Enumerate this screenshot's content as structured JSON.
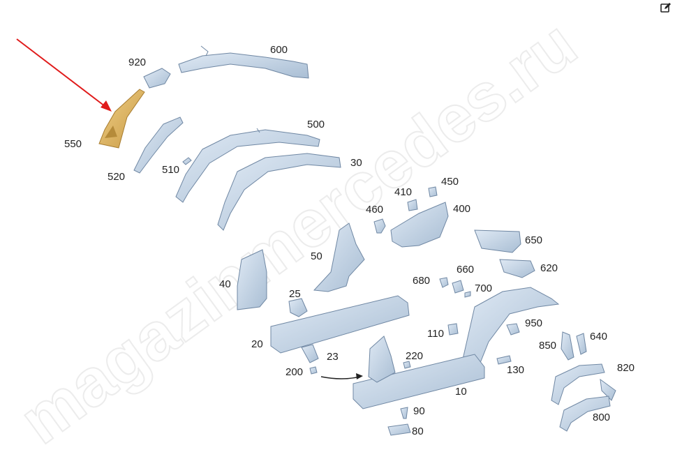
{
  "watermark": "magazinmercedes.ru",
  "colors": {
    "part": "#c9d9ea",
    "part_dark": "#8fa6bf",
    "part_outline": "#6f87a3",
    "highlight": "#d9b15e",
    "highlight_dark": "#b58b3a",
    "arrow_red": "#e01b1b",
    "arrow_black": "#222222",
    "label": "#222222"
  },
  "toolbar": {
    "edit_icon": "edit-icon"
  },
  "labels": {
    "l600": "600",
    "l920": "920",
    "l550": "550",
    "l520": "520",
    "l510": "510",
    "l500": "500",
    "l30": "30",
    "l410": "410",
    "l450": "450",
    "l400": "400",
    "l460": "460",
    "l50": "50",
    "l40": "40",
    "l25": "25",
    "l650": "650",
    "l620": "620",
    "l680": "680",
    "l660": "660",
    "l700": "700",
    "l20": "20",
    "l110": "110",
    "l950": "950",
    "l850": "850",
    "l640": "640",
    "l23": "23",
    "l220": "220",
    "l200": "200",
    "l130": "130",
    "l820": "820",
    "l10": "10",
    "l90": "90",
    "l800": "800",
    "l80": "80"
  }
}
